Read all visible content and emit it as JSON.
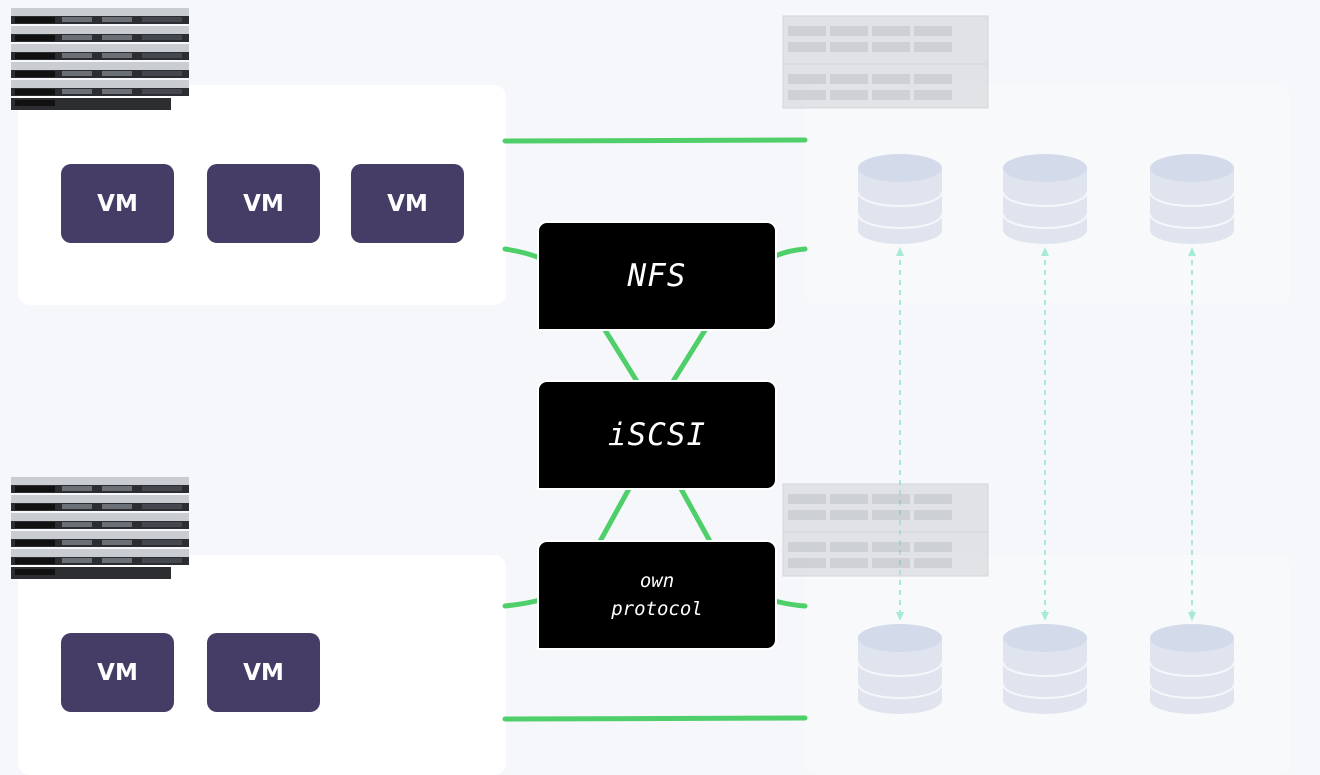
{
  "compute_top": {
    "vms": [
      "VM",
      "VM",
      "VM"
    ]
  },
  "compute_bottom": {
    "vms": [
      "VM",
      "VM"
    ]
  },
  "protocols": {
    "nfs": "NFS",
    "iscsi": "iSCSI",
    "own_line1": "own",
    "own_line2": "protocol"
  },
  "colors": {
    "link": "#4fcf6a",
    "vm": "#453d66",
    "protocol_box": "#000000",
    "disk": "#cfd6e6",
    "replication": "#a6ead8"
  },
  "icons": {
    "compute_server": "rack-server-stack-icon",
    "storage_server": "storage-server-icon",
    "disk": "database-disk-icon"
  }
}
